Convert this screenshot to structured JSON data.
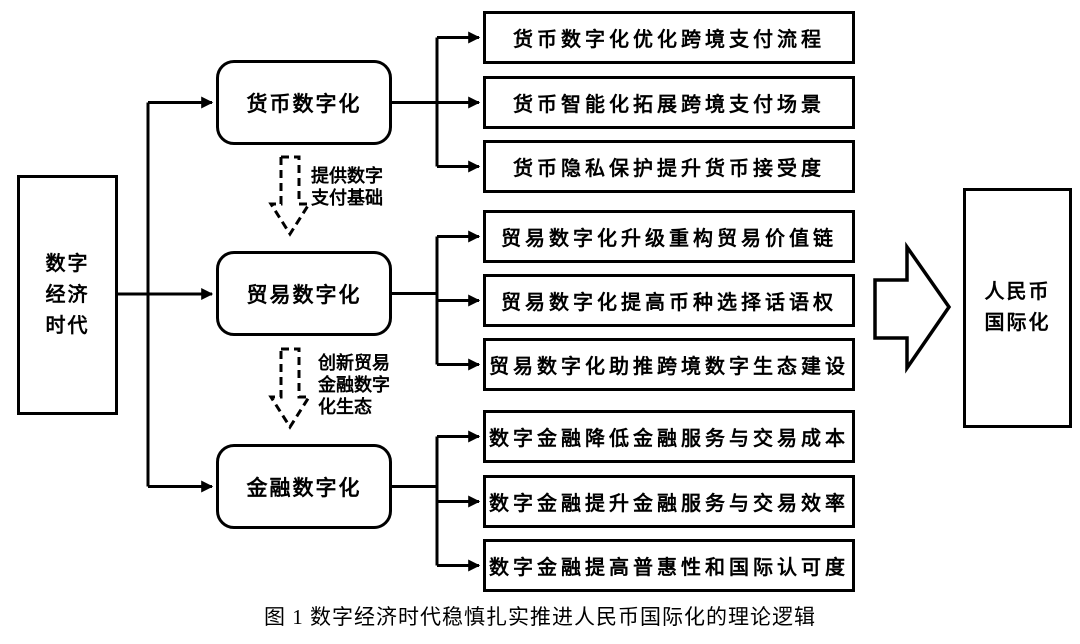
{
  "diagram": {
    "source_node": {
      "label": "数字\n经济\n时代"
    },
    "groups": [
      {
        "driver": "货币数字化",
        "outcomes": [
          "货币数字化优化跨境支付流程",
          "货币智能化拓展跨境支付场景",
          "货币隐私保护提升货币接受度"
        ]
      },
      {
        "driver": "贸易数字化",
        "outcomes": [
          "贸易数字化升级重构贸易价值链",
          "贸易数字化提高币种选择话语权",
          "贸易数字化助推跨境数字生态建设"
        ]
      },
      {
        "driver": "金融数字化",
        "outcomes": [
          "数字金融降低金融服务与交易成本",
          "数字金融提升金融服务与交易效率",
          "数字金融提高普惠性和国际认可度"
        ]
      }
    ],
    "transition_labels": [
      "提供数字\n支付基础",
      "创新贸易\n金融数字\n化生态"
    ],
    "target_node": {
      "label": "人民币\n国际化"
    },
    "caption": "图 1  数字经济时代稳慎扎实推进人民币国际化的理论逻辑",
    "colors": {
      "line": "#000000",
      "background": "#ffffff",
      "text": "#000000"
    }
  }
}
